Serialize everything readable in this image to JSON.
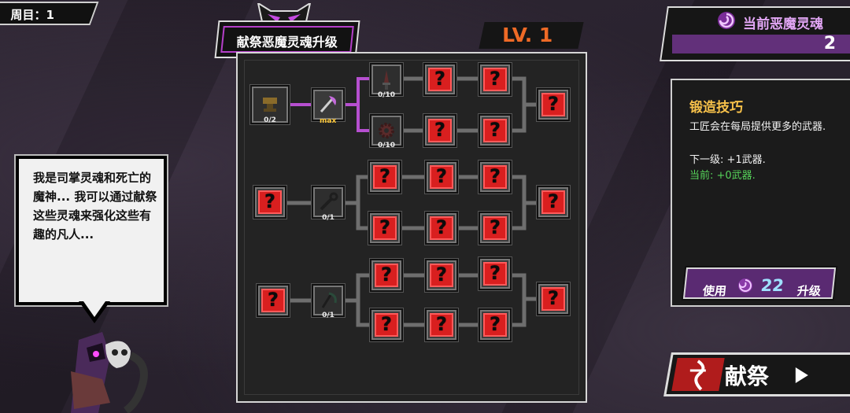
{
  "cycle": {
    "label": "周目：1"
  },
  "title": "献祭恶魔灵魂升级",
  "level": {
    "label": "LV. 1"
  },
  "soul_currency": {
    "title": "当前恶魔灵魂",
    "count": "2",
    "accent": "#b53fc9"
  },
  "tree": {
    "row1": {
      "start_count": "0/2",
      "second_label": "max",
      "upper_count": "0/10",
      "lower_count": "0/10"
    },
    "row2": {
      "second_count": "0/1"
    },
    "row3": {
      "second_count": "0/1"
    }
  },
  "info": {
    "title": "锻造技巧",
    "description": "工匠会在每局提供更多的武器.",
    "next_level": "下一级: +1武器.",
    "current": "当前: +0武器."
  },
  "upgrade_button": {
    "use_label": "使用",
    "cost": "22",
    "action_label": "升级"
  },
  "sacrifice_button": {
    "label": "献祭"
  },
  "dialogue": {
    "text": "我是司掌灵魂和死亡的魔神... 我可以通过献祭这些灵魂来强化这些有趣的凡人..."
  },
  "icons": [
    "demon-crown-icon",
    "soul-swirl-icon",
    "locked-question-icon",
    "sacrifice-rune-icon",
    "play-arrow-icon"
  ]
}
